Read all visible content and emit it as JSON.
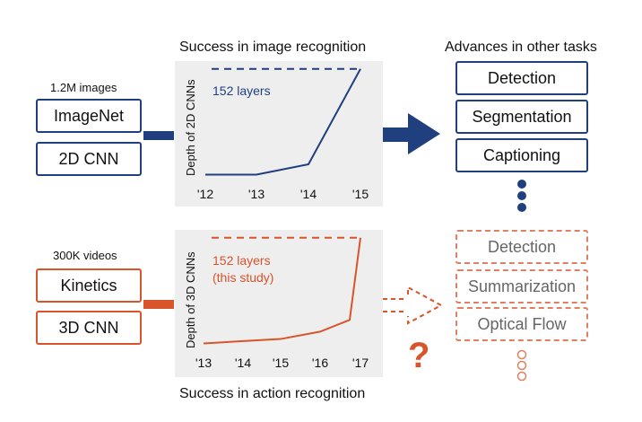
{
  "top": {
    "dataset_caption": "1.2M images",
    "dataset": "ImageNet",
    "model": "2D CNN",
    "chart_title": "Success in image recognition",
    "tasks_title": "Advances in other tasks",
    "tasks": [
      "Detection",
      "Segmentation",
      "Captioning"
    ]
  },
  "bottom": {
    "dataset_caption": "300K videos",
    "dataset": "Kinetics",
    "model": "3D CNN",
    "chart_title": "Success in action recognition",
    "tasks": [
      "Detection",
      "Summarization",
      "Optical Flow"
    ],
    "question_mark": "?"
  },
  "colors": {
    "blue": "#1f3f7f",
    "orange": "#d9532b",
    "orange_light": "#e08060",
    "panel": "#eeeeee"
  },
  "chart_data": [
    {
      "type": "line",
      "title": "Success in image recognition",
      "ylabel": "Depth of 2D CNNs",
      "x": [
        "'12",
        "'13",
        "'14",
        "'15"
      ],
      "values": [
        8,
        8,
        22,
        152
      ],
      "ylim": [
        0,
        170
      ],
      "reference_line": {
        "value": 152,
        "label": "152 layers",
        "style": "dashed"
      }
    },
    {
      "type": "line",
      "title": "Success in action recognition",
      "ylabel": "Depth of 3D CNNs",
      "x": [
        "'13",
        "'14",
        "'15",
        "'16",
        "'17"
      ],
      "points": [
        [
          "'13",
          8
        ],
        [
          "'15",
          14
        ],
        [
          "'16",
          24
        ],
        [
          "'16.6",
          40
        ],
        [
          "'17",
          152
        ]
      ],
      "ylim": [
        0,
        170
      ],
      "reference_line": {
        "value": 152,
        "label": "152 layers",
        "label2": "(this study)",
        "style": "dashed"
      }
    }
  ]
}
